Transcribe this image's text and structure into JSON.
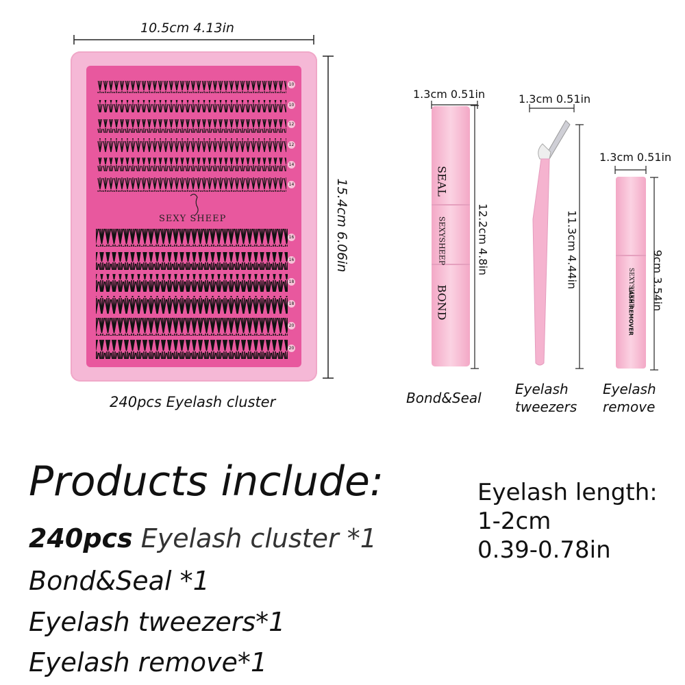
{
  "tray": {
    "width_label": "10.5cm  4.13in",
    "height_label": "15.4cm 6.06in",
    "brand": "SEXY SHEEP",
    "lash_lengths": [
      "10",
      "10",
      "12",
      "12",
      "14",
      "14",
      "16",
      "16",
      "18",
      "18",
      "20",
      "20"
    ],
    "caption": "240pcs Eyelash cluster"
  },
  "bond_seal": {
    "width_label": "1.3cm 0.51in",
    "height_label": "12.2cm 4.8in",
    "seal_text": "SEAL",
    "bond_text": "BOND",
    "brand": "SEXYSHEEP",
    "caption": "Bond&Seal"
  },
  "tweezers": {
    "width_label": "1.3cm 0.51in",
    "height_label": "11.3cm 4.44in",
    "caption_line1": "Eyelash",
    "caption_line2": "tweezers"
  },
  "remover": {
    "width_label": "1.3cm 0.51in",
    "height_label": "9cm 3.54in",
    "label": "LASH REMOVER",
    "brand": "SEXYSHEEP",
    "caption_line1": "Eyelash",
    "caption_line2": "remove"
  },
  "includes": {
    "heading": "Products include:",
    "item1_bold": "240pcs",
    "item1_rest": " Eyelash cluster *1",
    "item2": "Bond&Seal *1",
    "item3": "Eyelash tweezers*1",
    "item4": "Eyelash remove*1"
  },
  "length_info": {
    "title": "Eyelash length:",
    "cm": "1-2cm",
    "inch": "0.39-0.78in"
  },
  "colors": {
    "tray_outer": "#f5b8d6",
    "tray_inner": "#e8589e",
    "pink_light": "#f7c4d9",
    "lash_black": "#111111"
  }
}
